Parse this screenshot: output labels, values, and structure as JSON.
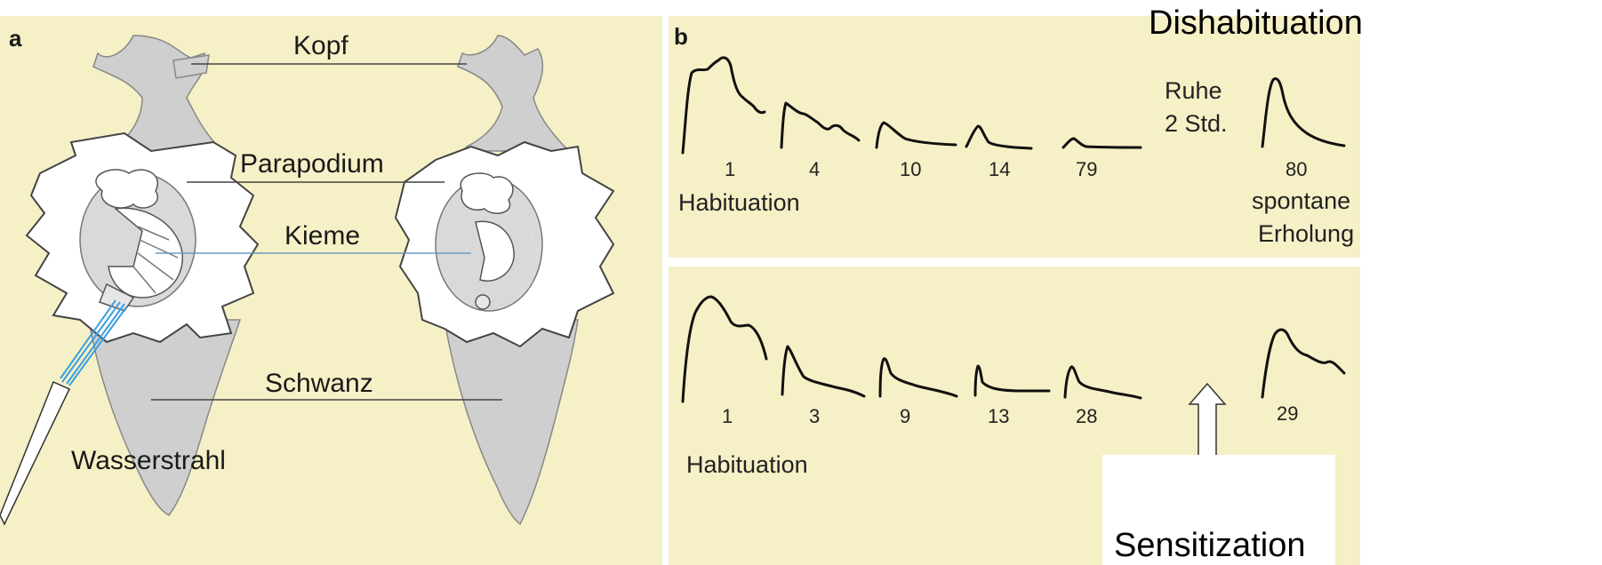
{
  "panel_a": {
    "letter": "a",
    "labels": {
      "head": "Kopf",
      "parapodium": "Parapodium",
      "gill": "Kieme",
      "tail": "Schwanz",
      "water_jet": "Wasserstrahl"
    }
  },
  "panel_b": {
    "letter": "b",
    "top": {
      "trial_numbers": [
        "1",
        "4",
        "10",
        "14",
        "79"
      ],
      "habituation_label": "Habituation",
      "rest_label_line1": "Ruhe",
      "rest_label_line2": "2 Std.",
      "recovery_trial": "80",
      "recovery_label_line1": "spontane",
      "recovery_label_line2": "Erholung",
      "heading": "Dishabituation"
    },
    "bottom": {
      "trial_numbers": [
        "1",
        "3",
        "9",
        "13",
        "28"
      ],
      "habituation_label": "Habituation",
      "sensitized_trial": "29",
      "heading": "Sensitization"
    }
  },
  "colors": {
    "panel_bg": "#f6f0c6",
    "body_gray": "#cfcfcf",
    "mantle_white": "#ffffff",
    "water_jet": "#3aa0e0",
    "gill_line": "#6a9bc4"
  }
}
